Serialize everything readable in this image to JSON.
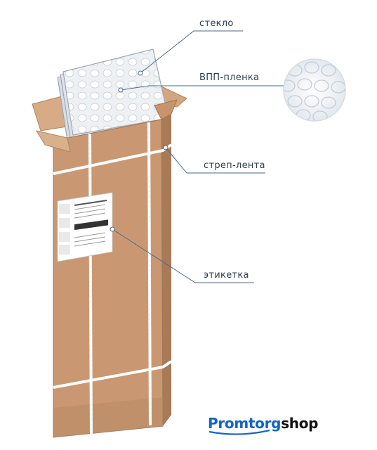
{
  "callouts": {
    "glass": "стекло",
    "film": "ВПП-пленка",
    "strap": "стреп-лента",
    "label": "этикетка"
  },
  "brand": {
    "main": "Promtorg",
    "sub": "shop"
  },
  "colors": {
    "box": "#c99872",
    "box_shade": "#a87a58",
    "box_dark": "#8e6446",
    "strap": "#ffffff",
    "callout_line": "#4a6b8a",
    "brand_blue": "#1565c0"
  }
}
